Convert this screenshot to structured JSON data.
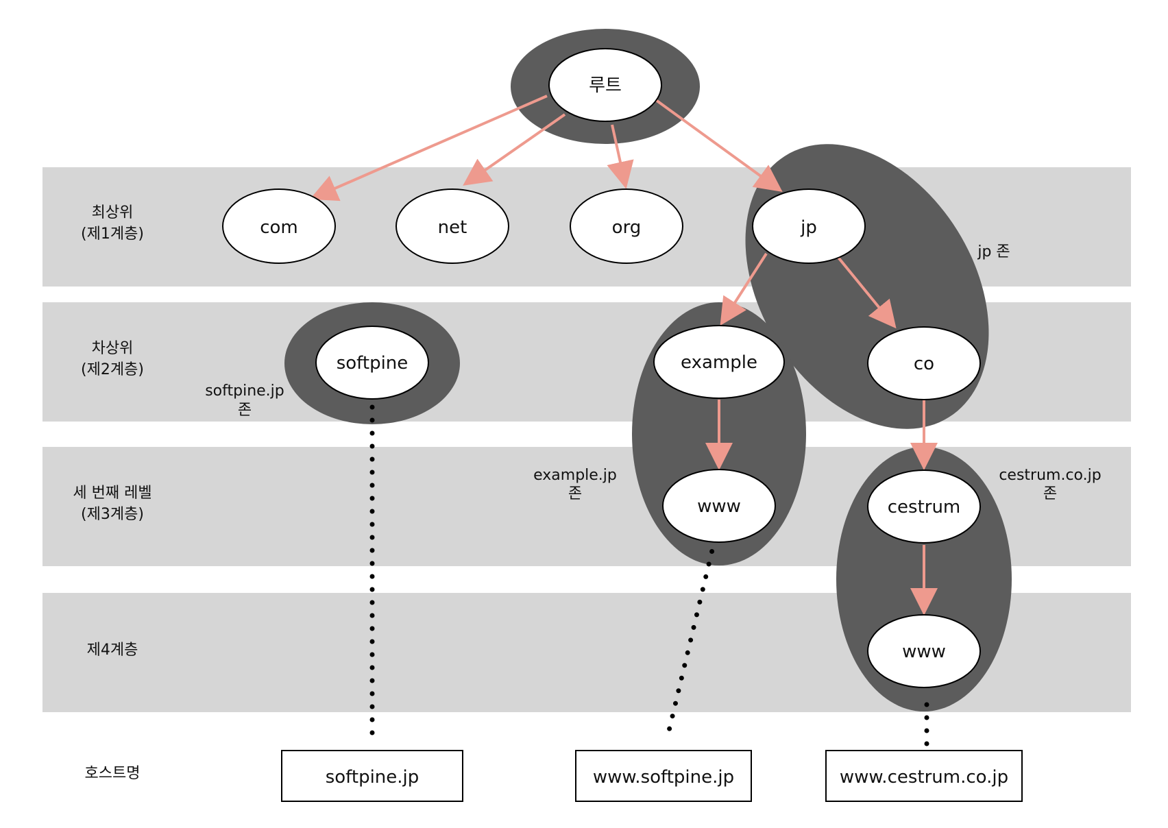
{
  "colors": {
    "band": "#d6d6d6",
    "zone": "#5c5c5c",
    "arrow": "#ee9a8e",
    "node_fill": "#ffffff",
    "node_stroke": "#000000"
  },
  "levels": {
    "top": {
      "line1": "최상위",
      "line2": "(제1계층)"
    },
    "second": {
      "line1": "차상위",
      "line2": "(제2계층)"
    },
    "third": {
      "line1": "세 번째 레벨",
      "line2": "(제3계층)"
    },
    "fourth": {
      "line1": "제4계층"
    },
    "hostname": {
      "line1": "호스트명"
    }
  },
  "nodes": {
    "root": "루트",
    "com": "com",
    "net": "net",
    "org": "org",
    "jp": "jp",
    "softpine": "softpine",
    "example": "example",
    "co": "co",
    "www_example": "www",
    "cestrum": "cestrum",
    "www_cestrum": "www"
  },
  "zones": {
    "jp": {
      "line1": "jp 존"
    },
    "softpine": {
      "line1": "softpine.jp",
      "line2": "존"
    },
    "example": {
      "line1": "example.jp",
      "line2": "존"
    },
    "cestrum": {
      "line1": "cestrum.co.jp",
      "line2": "존"
    }
  },
  "hostnames": {
    "softpine": "softpine.jp",
    "www_softpine": "www.softpine.jp",
    "www_cestrum": "www.cestrum.co.jp"
  }
}
